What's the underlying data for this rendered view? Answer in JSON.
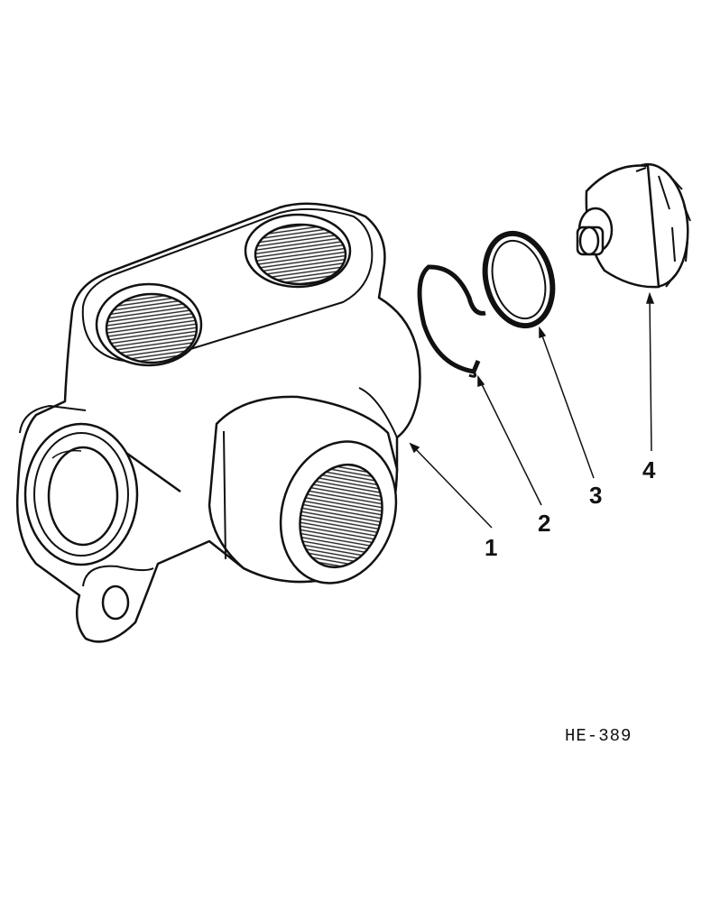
{
  "diagram": {
    "callouts": [
      {
        "id": "1",
        "label": "1"
      },
      {
        "id": "2",
        "label": "2"
      },
      {
        "id": "3",
        "label": "3"
      },
      {
        "id": "4",
        "label": "4"
      }
    ],
    "reference_code": "HE-389"
  },
  "colors": {
    "ink": "#111111",
    "paper": "#ffffff"
  }
}
